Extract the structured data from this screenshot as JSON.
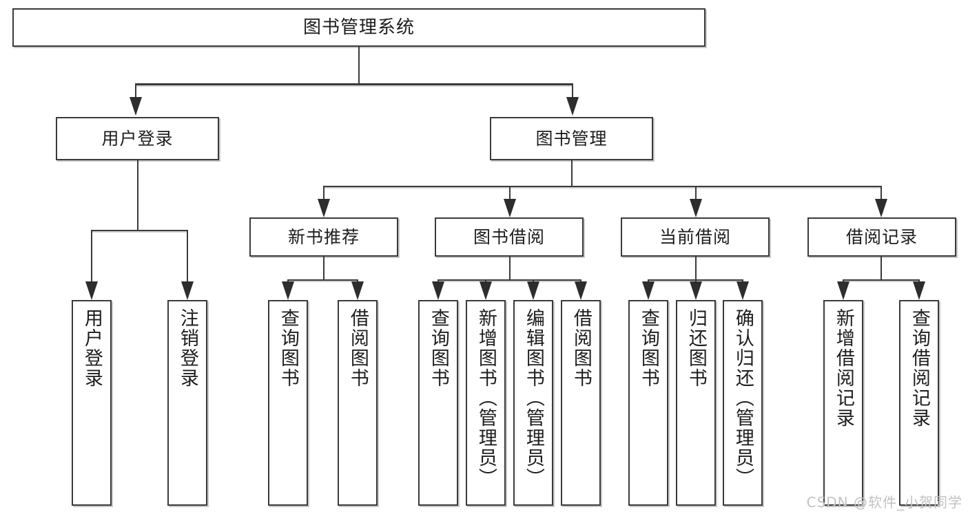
{
  "diagram": {
    "type": "tree-hierarchy",
    "root": {
      "label": "图书管理系统"
    },
    "level2": [
      {
        "label": "用户登录"
      },
      {
        "label": "图书管理"
      }
    ],
    "level3": [
      {
        "label": "新书推荐"
      },
      {
        "label": "图书借阅"
      },
      {
        "label": "当前借阅"
      },
      {
        "label": "借阅记录"
      }
    ],
    "leaves": {
      "user_login": [
        {
          "label": "用户登录"
        },
        {
          "label": "注销登录"
        }
      ],
      "new_book_recommend": [
        {
          "label": "查询图书"
        },
        {
          "label": "借阅图书"
        }
      ],
      "book_borrow": [
        {
          "label": "查询图书"
        },
        {
          "label": "新增图书（管理员）"
        },
        {
          "label": "编辑图书（管理员）"
        },
        {
          "label": "借阅图书"
        }
      ],
      "current_borrow": [
        {
          "label": "查询图书"
        },
        {
          "label": "归还图书"
        },
        {
          "label": "确认归还（管理员）"
        }
      ],
      "borrow_record": [
        {
          "label": "新增借阅记录"
        },
        {
          "label": "查询借阅记录"
        }
      ]
    }
  },
  "watermark": {
    "text": "CSDN @软件_小贺同学"
  },
  "colors": {
    "stroke": "#3a3a3a",
    "fill": "#ffffff",
    "text": "#1d1d1d",
    "shadow": "#c9c9c9",
    "watermark": "#c2c2c2"
  }
}
